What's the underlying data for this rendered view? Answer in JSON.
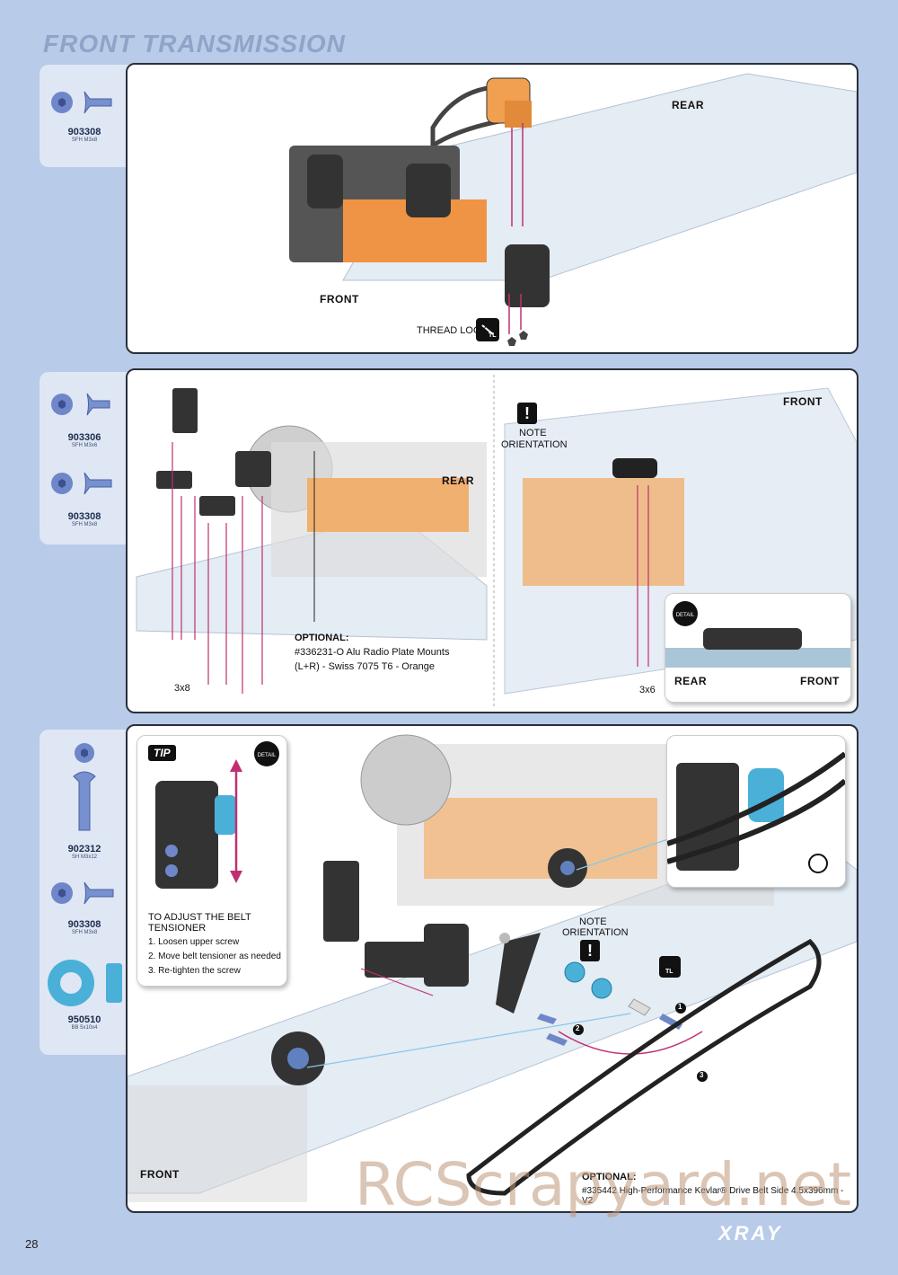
{
  "page": {
    "title": "FRONT TRANSMISSION",
    "number": "28",
    "brand": "XRAY",
    "watermark": "RCScrapyard.net"
  },
  "step1": {
    "parts": [
      {
        "number": "903308",
        "desc": "SFH M3x8"
      }
    ],
    "labels": {
      "rear": "REAR",
      "front": "FRONT",
      "thread_lock": "THREAD LOCK",
      "tl_icon": "TL"
    }
  },
  "step2": {
    "parts": [
      {
        "number": "903306",
        "desc": "SFH M3x6"
      },
      {
        "number": "903308",
        "desc": "SFH M3x8"
      }
    ],
    "labels": {
      "rear": "REAR",
      "front": "FRONT",
      "optional_title": "OPTIONAL:",
      "optional_line1": "#336231-O Alu Radio Plate Mounts",
      "optional_line2": "(L+R) - Swiss 7075 T6 - Orange",
      "qty_left": "3x8",
      "qty_right": "3x6",
      "note_line1": "NOTE",
      "note_line2": "ORIENTATION",
      "detail_rear": "REAR",
      "detail_front": "FRONT",
      "detail_icon": "DETAIL"
    }
  },
  "step3": {
    "parts": [
      {
        "number": "902312",
        "desc": "SH M3x12"
      },
      {
        "number": "903308",
        "desc": "SFH M3x8"
      },
      {
        "number": "950510",
        "desc": "BB 5x10x4"
      }
    ],
    "tip": {
      "tag": "TIP",
      "detail_icon": "DETAIL",
      "heading": "TO ADJUST THE BELT TENSIONER",
      "steps": [
        "1. Loosen upper screw",
        "2. Move belt tensioner as needed",
        "3. Re-tighten the screw"
      ]
    },
    "labels": {
      "note_line1": "NOTE",
      "note_line2": "ORIENTATION",
      "front": "FRONT",
      "optional_title": "OPTIONAL:",
      "optional_text": "#335442 High-Performance Kevlar® Drive Belt Side 4.5x396mm - V2",
      "tl_icon": "TL"
    },
    "callouts": [
      "1",
      "2",
      "3"
    ]
  }
}
